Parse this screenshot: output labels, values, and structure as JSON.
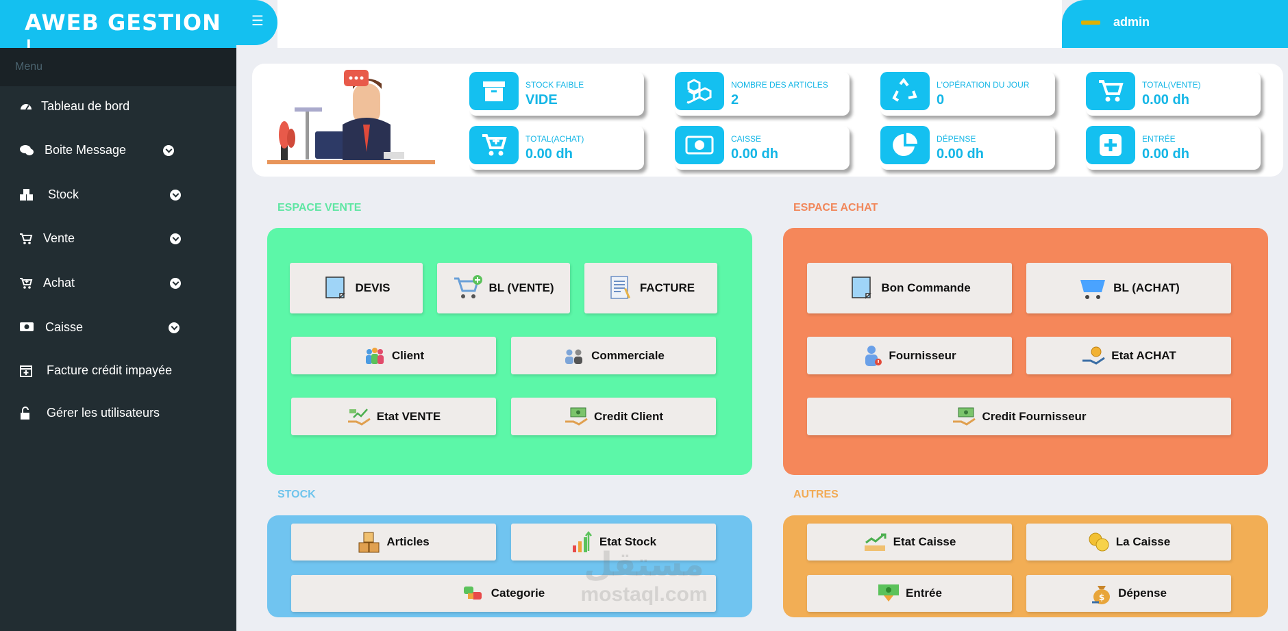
{
  "header": {
    "brand": "AWEB GESTION |",
    "user": "admin"
  },
  "sidebar": {
    "menu_label": "Menu",
    "items": [
      {
        "label": "Tableau de bord",
        "icon": "dashboard-icon",
        "dropdown": false
      },
      {
        "label": "Boite Message",
        "icon": "chat-icon",
        "dropdown": true
      },
      {
        "label": "Stock",
        "icon": "cubes-icon",
        "dropdown": true
      },
      {
        "label": "Vente",
        "icon": "cart-icon",
        "dropdown": true
      },
      {
        "label": "Achat",
        "icon": "cart-plus-icon",
        "dropdown": true
      },
      {
        "label": "Caisse",
        "icon": "money-icon",
        "dropdown": true
      },
      {
        "label": "Facture crédit impayée",
        "icon": "calendar-plus-icon",
        "dropdown": false
      },
      {
        "label": "Gérer les utilisateurs",
        "icon": "unlock-icon",
        "dropdown": false
      }
    ]
  },
  "stats": [
    {
      "label": "STOCK FAIBLE",
      "value": "VIDE",
      "icon": "archive-icon"
    },
    {
      "label": "NOMBRE DES ARTICLES",
      "value": "2",
      "icon": "cubes-icon"
    },
    {
      "label": "L'OPÉRATION DU JOUR",
      "value": "0",
      "icon": "recycle-icon"
    },
    {
      "label": "TOTAL(VENTE)",
      "value": "0.00 dh",
      "icon": "cart-icon"
    },
    {
      "label": "TOTAL(ACHAT)",
      "value": "0.00 dh",
      "icon": "cart-plus-icon"
    },
    {
      "label": "CAISSE",
      "value": "0.00 dh",
      "icon": "money-icon"
    },
    {
      "label": "DÉPENSE",
      "value": "0.00 dh",
      "icon": "pie-chart-icon"
    },
    {
      "label": "ENTRÉE",
      "value": "0.00 dh",
      "icon": "plus-square-icon"
    }
  ],
  "sections": {
    "vente": {
      "title": "ESPACE VENTE",
      "title_color": "#5fe6a3",
      "bg": "#5cf7a8",
      "tiles": [
        "DEVIS",
        "BL (VENTE)",
        "FACTURE",
        "Client",
        "Commerciale",
        "Etat VENTE",
        "Credit Client"
      ]
    },
    "achat": {
      "title": "ESPACE ACHAT",
      "title_color": "#f1875a",
      "bg": "#f5875a",
      "tiles": [
        "Bon Commande",
        "BL (ACHAT)",
        "Fournisseur",
        "Etat ACHAT",
        "Credit Fournisseur"
      ]
    },
    "stock": {
      "title": "STOCK",
      "title_color": "#6fc4ec",
      "bg": "#70c4f0",
      "tiles": [
        "Articles",
        "Etat Stock",
        "Categorie"
      ]
    },
    "autres": {
      "title": "AUTRES",
      "title_color": "#f2ab55",
      "bg": "#f2ae55",
      "tiles": [
        "Etat Caisse",
        "La Caisse",
        "Entrée",
        "Dépense"
      ]
    }
  },
  "watermark": "mostaql.com",
  "colors": {
    "accent": "#14c0f0",
    "sidebar": "#222d32"
  }
}
